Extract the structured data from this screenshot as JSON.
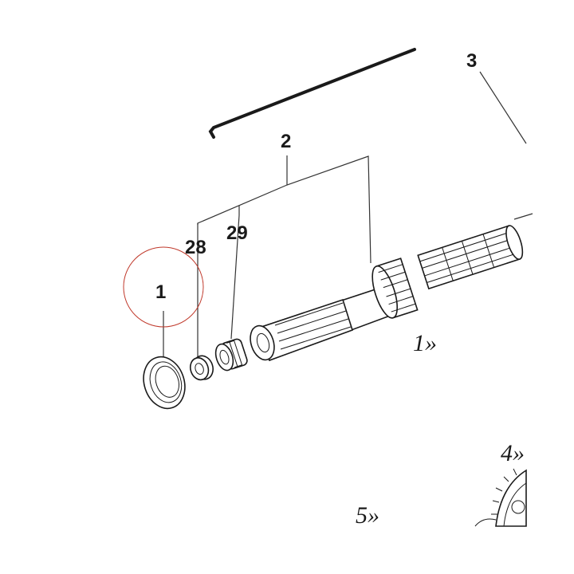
{
  "callouts": {
    "c1": "1",
    "c2": "2",
    "c3": "3",
    "c28": "28",
    "c29": "29"
  },
  "refs": {
    "r1": "1»",
    "r4": "4»",
    "r5": "5»"
  },
  "colors": {
    "highlight_circle": "#c0392b",
    "ink": "#1a1a1a"
  }
}
